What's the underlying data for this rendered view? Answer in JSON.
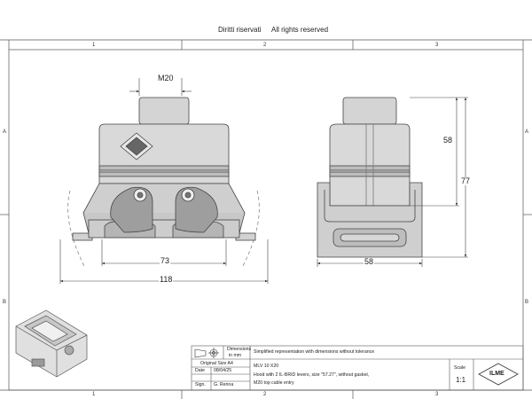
{
  "header": {
    "rights_it": "Diritti riservati",
    "rights_en": "All rights reserved"
  },
  "grid": {
    "columns": [
      "1",
      "2",
      "3"
    ],
    "rows": [
      "A",
      "B"
    ]
  },
  "dimensions": {
    "cable_entry": "M20",
    "width_inner": "73",
    "width_total": "118",
    "height_upper": "58",
    "height_total": "77",
    "depth": "58"
  },
  "title_block": {
    "dimensions_label": "Dimensions",
    "dimensions_unit": "in mm",
    "note": "Simplified representation with dimensions without tolerance",
    "original_size": "Original Size A4",
    "date_label": "Date",
    "date_value": "08/04/25",
    "sign_label": "Sign.",
    "sign_value": "G. Renna",
    "part_code": "MLV 10 X20",
    "description_1": "Hood with 2 IL-BRID levers, size \"57.27\", without gasket,",
    "description_2": "M20 top cable entry",
    "scale_label": "Scale",
    "scale_value": "1:1",
    "logo_text": "ILME"
  }
}
